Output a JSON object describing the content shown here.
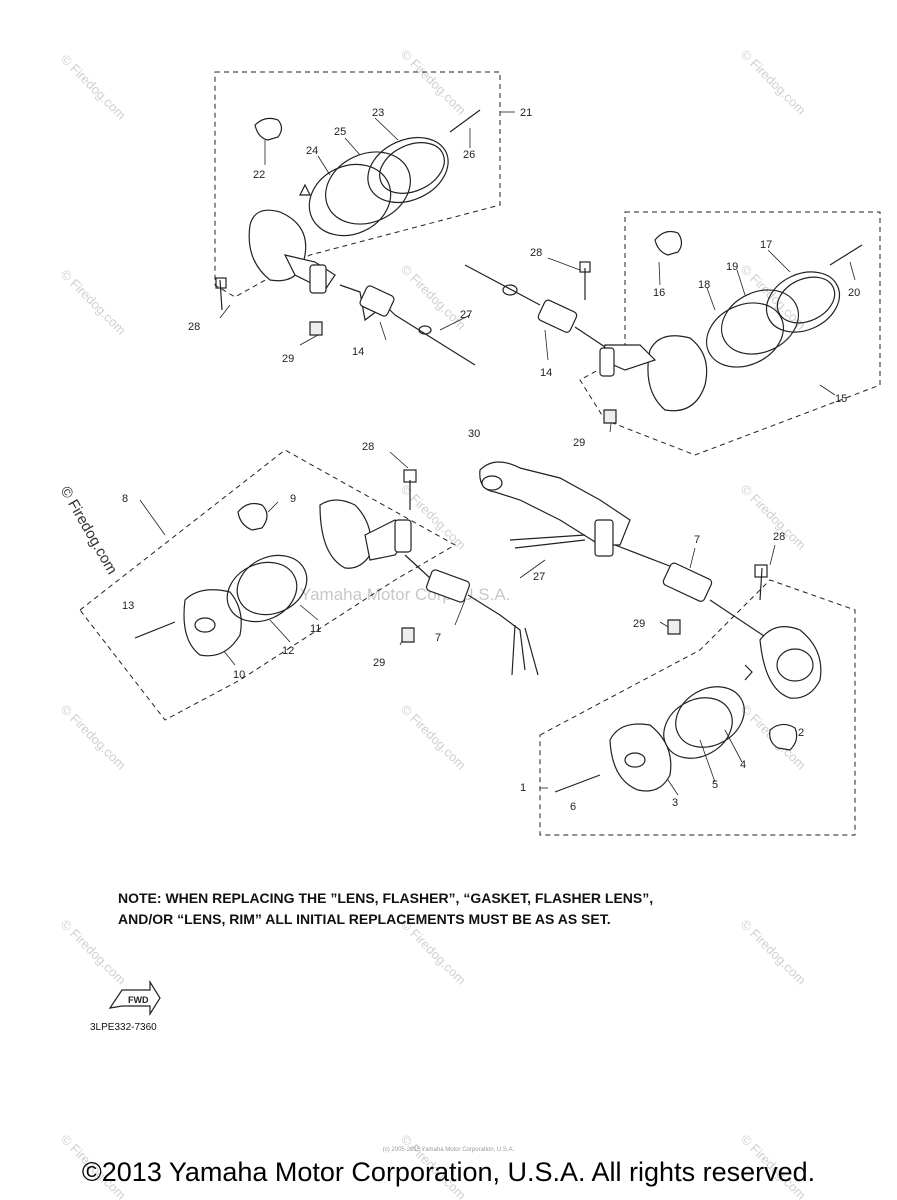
{
  "watermark_text": "© Firedog.com",
  "ghost_text": "Yamaha Motor Corp. U.S.A.",
  "callouts": {
    "n1": "1",
    "n2": "2",
    "n3": "3",
    "n4": "4",
    "n5": "5",
    "n6": "6",
    "n7a": "7",
    "n7b": "7",
    "n8": "8",
    "n9": "9",
    "n10": "10",
    "n11": "11",
    "n12": "12",
    "n13": "13",
    "n14a": "14",
    "n14b": "14",
    "n15": "15",
    "n16": "16",
    "n17": "17",
    "n18": "18",
    "n19": "19",
    "n20": "20",
    "n21": "21",
    "n22": "22",
    "n23": "23",
    "n24": "24",
    "n25": "25",
    "n26": "26",
    "n27a": "27",
    "n27b": "27",
    "n28a": "28",
    "n28b": "28",
    "n28c": "28",
    "n28d": "28",
    "n29a": "29",
    "n29b": "29",
    "n29c": "29",
    "n29d": "29",
    "n30": "30"
  },
  "fwd_label": "FWD",
  "note_line1": "NOTE: WHEN REPLACING THE  ”LENS, FLASHER”, “GASKET, FLASHER LENS”,",
  "note_line2": "AND/OR “LENS, RIM” ALL INITIAL REPLACEMENTS MUST BE AS AS SET.",
  "part_code": "3LPE332-7360",
  "tiny_copyright": "(c) 2005-2015 Yamaha Motor Corporation, U.S.A.",
  "footer": "©2013 Yamaha Motor Corporation, U.S.A. All rights reserved."
}
